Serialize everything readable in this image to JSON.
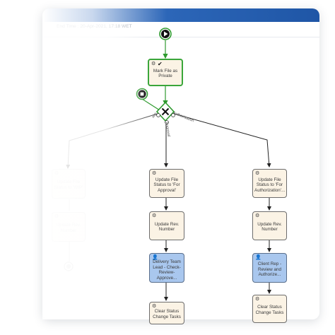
{
  "header": {
    "meta_text": "End Time : 20-Apr-2021, 17:18 WET"
  },
  "colors": {
    "titlebar": "#1f56a6",
    "active_border": "#3aa63a",
    "task_fill": "#fbf3e5",
    "approval_fill": "#a9c7ee"
  },
  "flow": {
    "start_icon": "play-icon",
    "stop_icon": "stop-icon",
    "gateway_icon": "exclusive-gateway-icon",
    "first_task": "Mark File as Private",
    "edge_labels": {
      "wip": "wip",
      "approval": "Approval",
      "authorisation": "Authorisation"
    },
    "left_branch": {
      "task1": "Update File Status to 'WIP'",
      "task2": "Update Rev. Number"
    },
    "middle_branch": {
      "task1": "Update File Status to 'For Approval'",
      "task2": "Update Rev. Number",
      "task3": "Delivery Team Lead - Check-Review-Approve...",
      "task4": "Clear Status Change Tasks"
    },
    "right_branch": {
      "task1": "Update File Status to 'For Authorization'...",
      "task2": "Update Rev. Number",
      "task3": "Client Rep - Review and Authorize...",
      "task4": "Clear Status Change Tasks"
    }
  }
}
